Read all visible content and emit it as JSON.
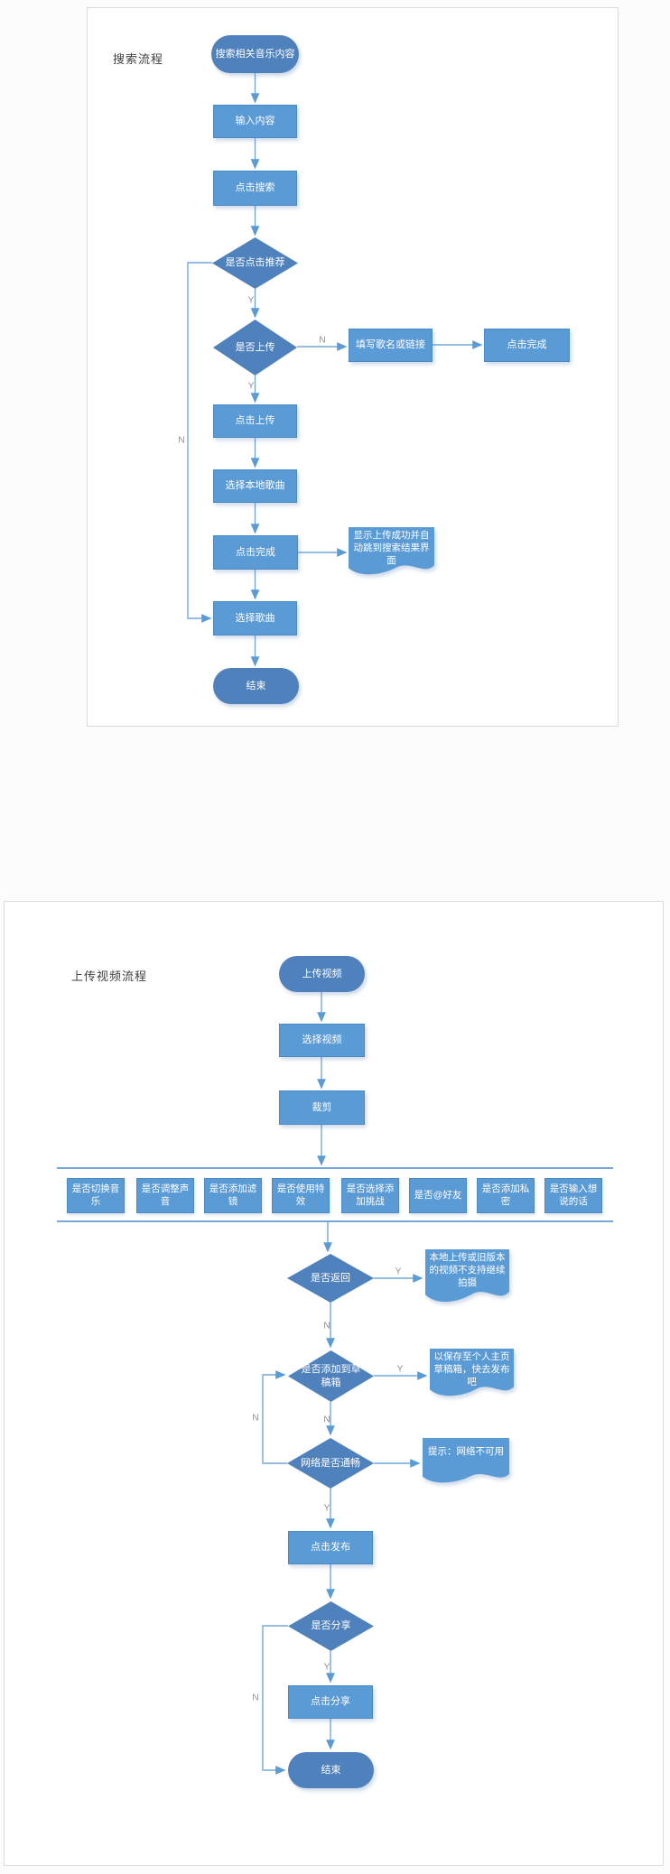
{
  "flowchart_search": {
    "title": "搜索流程",
    "nodes": {
      "start": "搜索相关音乐内容",
      "input_content": "输入内容",
      "click_search": "点击搜索",
      "decision_click_recommend": "是否点击推荐",
      "decision_upload": "是否上传",
      "fill_song_or_link": "填写歌名或链接",
      "click_finish_right": "点击完成",
      "click_upload": "点击上传",
      "choose_local_song": "选择本地歌曲",
      "click_finish": "点击完成",
      "doc_upload_success": "显示上传成功并自动跳到搜索结果界面",
      "choose_song": "选择歌曲",
      "end": "结束"
    },
    "labels": {
      "yes": "Y",
      "no": "N"
    }
  },
  "flowchart_upload": {
    "title": "上传视频流程",
    "nodes": {
      "start": "上传视频",
      "choose_video": "选择视频",
      "trim": "裁剪",
      "parallel": [
        "是否切换音乐",
        "是否调整声音",
        "是否添加滤镜",
        "是否使用特效",
        "是否选择添加挑战",
        "是否@好友",
        "是否添加私密",
        "是否输入想说的话"
      ],
      "decision_return": "是否返回",
      "doc_no_continue": "本地上传或旧版本的视频不支持继续拍摄",
      "decision_draft": "是否添加到草稿箱",
      "doc_draft_saved": "以保存至个人主页草稿箱，快去发布吧",
      "decision_network": "网络是否通畅",
      "doc_network_unavailable": "提示：网络不可用",
      "click_publish": "点击发布",
      "decision_share": "是否分享",
      "click_share": "点击分享",
      "end": "结束"
    },
    "labels": {
      "yes": "Y",
      "no": "N"
    }
  },
  "colors": {
    "shape_light_blue": "#5b9bd5",
    "shape_dark_blue": "#4f81bd",
    "edge_line": "#74a7d8",
    "edge_label_gray": "#8e8e8e",
    "panel_border": "#dadada"
  }
}
